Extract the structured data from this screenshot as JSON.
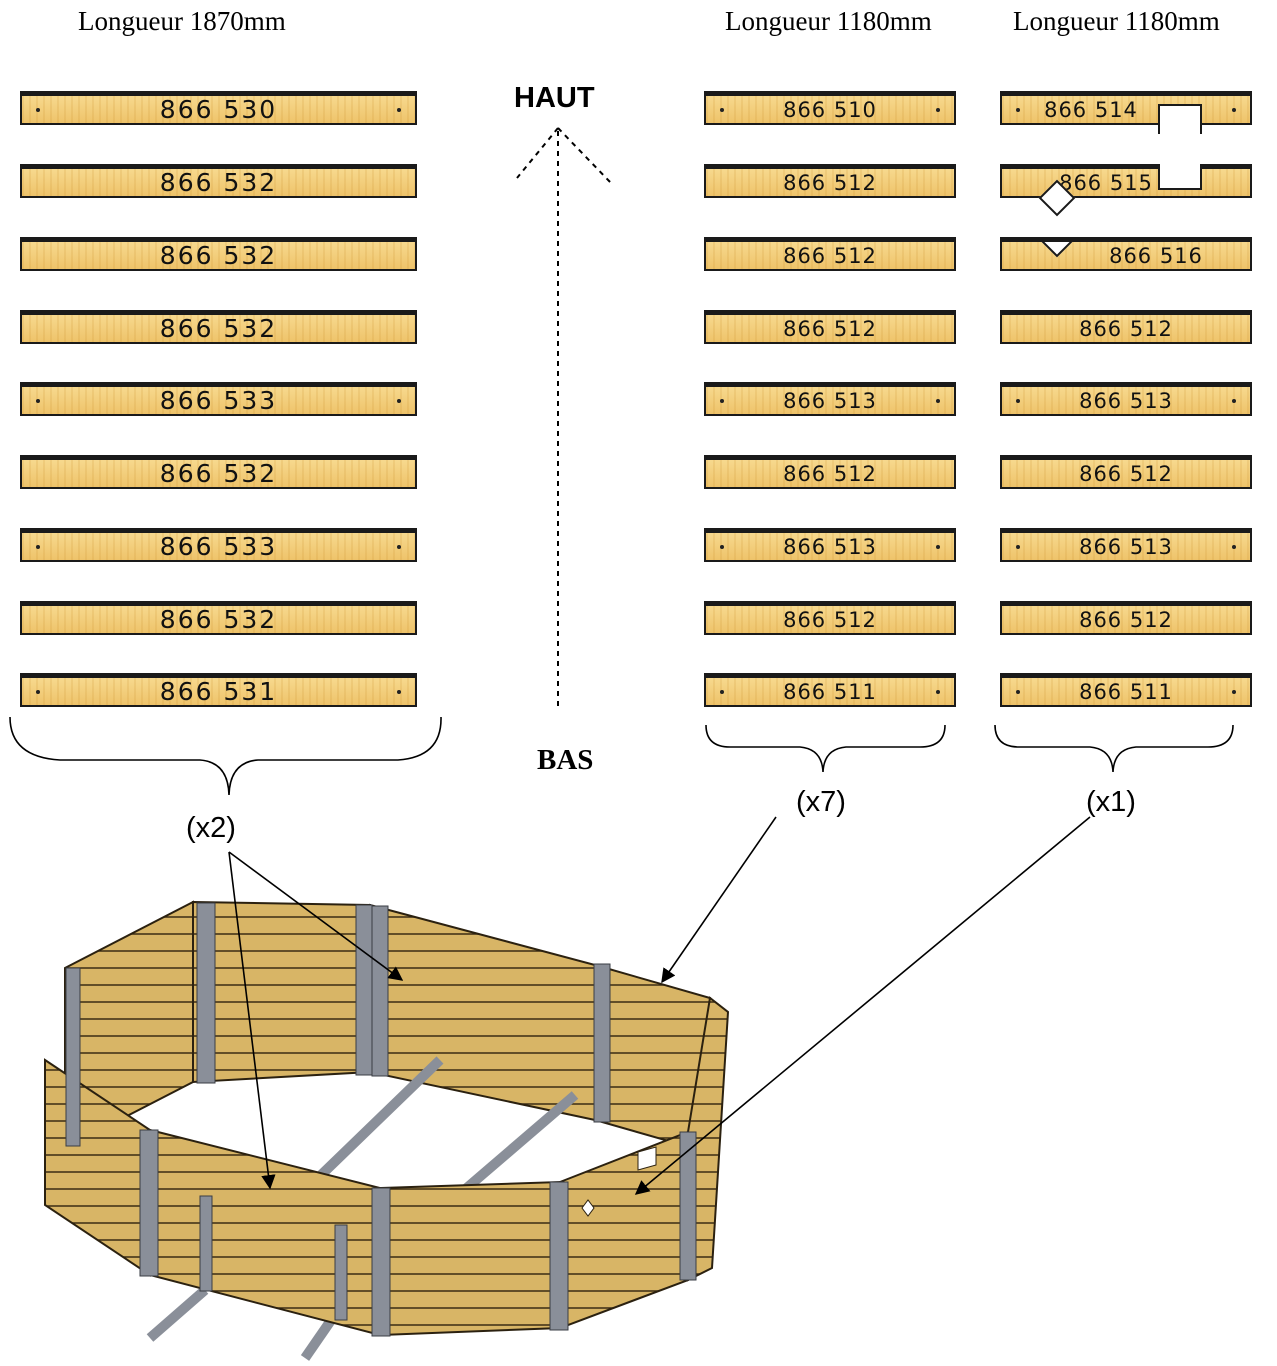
{
  "headers": {
    "left": "Longueur 1870mm",
    "middle": "Longueur 1180mm",
    "right": "Longueur 1180mm"
  },
  "direction": {
    "top": "HAUT",
    "bottom": "BAS"
  },
  "columns": {
    "left": [
      "866 530",
      "866 532",
      "866 532",
      "866 532",
      "866 533",
      "866 532",
      "866 533",
      "866 532",
      "866 531"
    ],
    "middle": [
      "866 510",
      "866 512",
      "866 512",
      "866 512",
      "866 513",
      "866 512",
      "866 513",
      "866 512",
      "866 511"
    ],
    "right": [
      "866 514",
      "866 515",
      "866 516",
      "866 512",
      "866 513",
      "866 512",
      "866 513",
      "866 512",
      "866 511"
    ]
  },
  "quantities": {
    "left": "(x2)",
    "middle": "(x7)",
    "right": "(x1)"
  },
  "colors": {
    "wood": "#f2cd78",
    "outline": "#1a1a1a",
    "steel": "#8a8f99"
  }
}
